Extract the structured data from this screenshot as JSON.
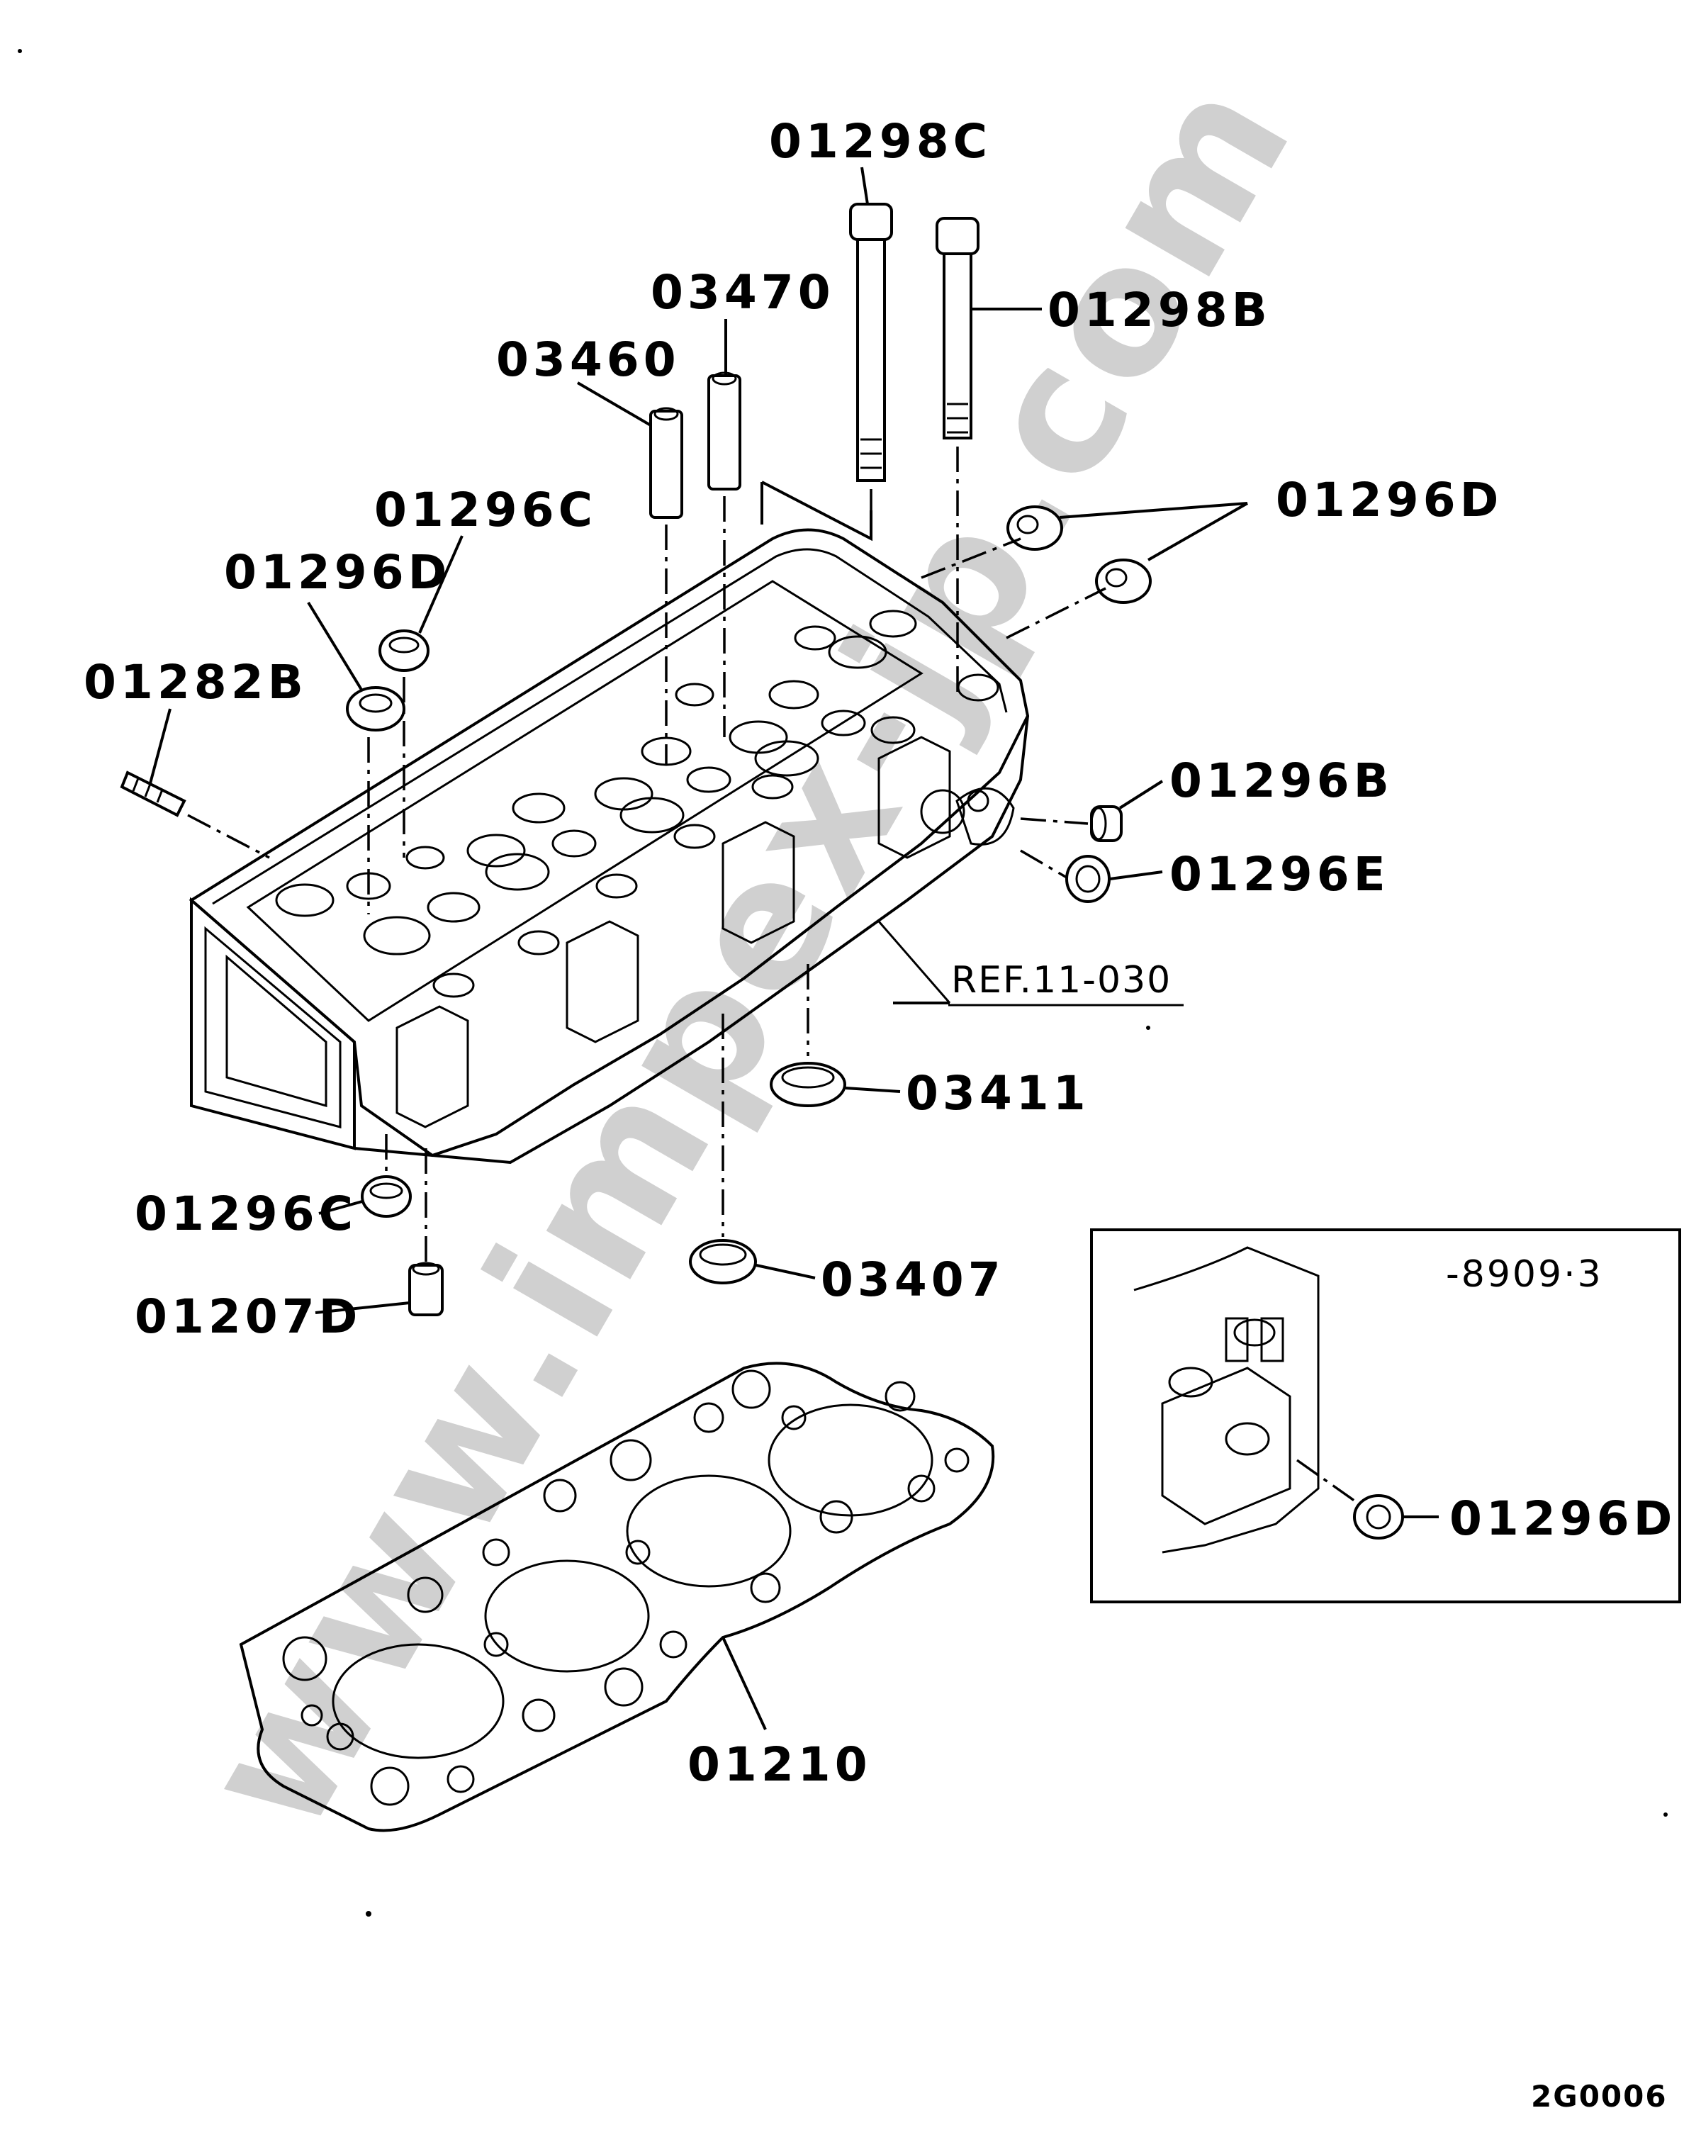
{
  "watermark": "www.impex-jp.com",
  "figure_code": "2G0006",
  "reference_label": "REF.11-030",
  "inset": {
    "code": "-8909·3",
    "part_label": "01296D"
  },
  "labels": {
    "l01298C": "01298C",
    "l01298B": "01298B",
    "l03470": "03470",
    "l03460": "03460",
    "l01296D_right": "01296D",
    "l01296C_top": "01296C",
    "l01296D_left": "01296D",
    "l01282B": "01282B",
    "l01296B": "01296B",
    "l01296E": "01296E",
    "l03411": "03411",
    "l01296C_bottom": "01296C",
    "l03407": "03407",
    "l01207D": "01207D",
    "l01210": "01210"
  },
  "colors": {
    "line": "#000000",
    "background": "#ffffff",
    "watermark": "#d0d0d0"
  }
}
